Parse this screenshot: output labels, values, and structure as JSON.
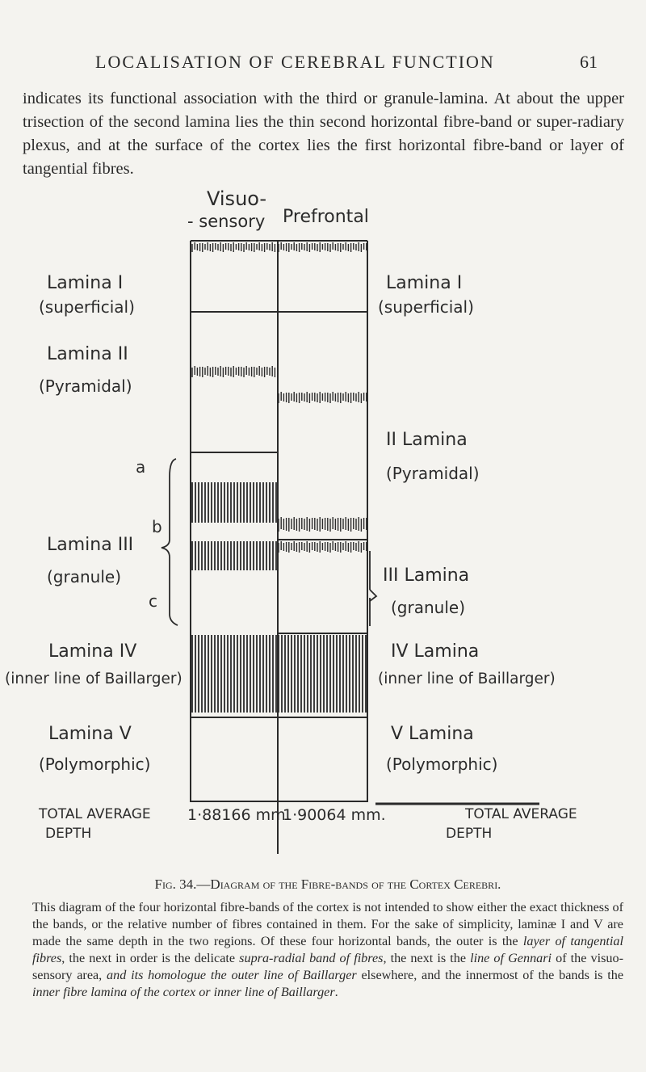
{
  "header": {
    "running_title": "LOCALISATION OF CEREBRAL FUNCTION",
    "page_number": "61"
  },
  "intro_text": "indicates its functional association with the third or granule-lamina. At about the upper trisection of the second lamina lies the thin second horizontal fibre-band or super-radiary plexus, and at the surface of the cortex lies the first horizontal fibre-band or layer of tangential fibres.",
  "diagram": {
    "column_titles": {
      "visuo_line1": "Visuo-",
      "visuo_line2": "- sensory",
      "prefrontal": "Prefrontal"
    },
    "left_labels": {
      "l1_name": "Lamina I",
      "l1_sub": "(superficial)",
      "l2_name": "Lamina II",
      "l2_sub": "(Pyramidal)",
      "a": "a",
      "b": "b",
      "l3_name": "Lamina III",
      "l3_sub": "(granule)",
      "c": "c",
      "l4_name": "Lamina IV",
      "l4_sub": "(inner line of Baillarger)",
      "l5_name": "Lamina V",
      "l5_sub": "(Polymorphic)",
      "total_line1": "TOTAL AVERAGE",
      "total_line2": "DEPTH"
    },
    "right_labels": {
      "l1_name": "Lamina I",
      "l1_sub": "(superficial)",
      "l2_name": "II Lamina",
      "l2_sub": "(Pyramidal)",
      "l3_name": "III Lamina",
      "l3_sub": "(granule)",
      "l4_name": "IV Lamina",
      "l4_sub": "(inner line of Baillarger)",
      "l5_name": "V Lamina",
      "l5_sub": "(Polymorphic)",
      "total_line1": "TOTAL AVERAGE",
      "total_line2": "DEPTH"
    },
    "depths": {
      "visuo": "1·88166 mm.",
      "prefrontal": "1·90064 mm."
    },
    "colors": {
      "ink": "#2a2a2a",
      "paper": "#f4f3ef"
    }
  },
  "caption": {
    "title": "Fig. 34.—Diagram of the Fibre-bands of the Cortex Cerebri.",
    "t1": "This diagram of the four horizontal fibre-bands of the cortex is not intended to show either the exact thickness of the bands, or the relative number of fibres contained in them. For the sake of simplicity, laminæ I and V are made the same depth in the two regions. Of these four horizontal bands, the outer is the ",
    "e1": "layer of tangential fibres",
    "t2": ", the next in order is the delicate ",
    "e2": "supra-radial band of fibres",
    "t3": ", the next is the ",
    "e3": "line of Gennari",
    "t4": " of the visuo-sensory area, ",
    "e4": "and its homologue the outer line of Baillarger",
    "t5": " elsewhere, and the innermost of the bands is the ",
    "e5": "inner fibre lamina of the cortex or inner line of Baillarger",
    "t6": "."
  }
}
